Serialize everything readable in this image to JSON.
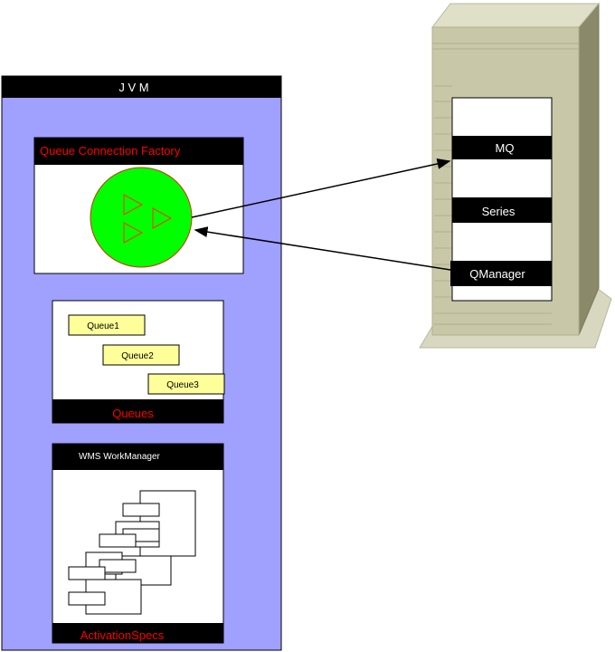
{
  "jvm": {
    "title": "J V M"
  },
  "connection_factory": {
    "title": "Queue Connection Factory"
  },
  "queues": {
    "items": [
      "Queue1",
      "Queue2",
      "Queue3"
    ],
    "title": "Queues"
  },
  "work_manager": {
    "title": "WMS WorkManager",
    "footer": "ActivationSpecs"
  },
  "server": {
    "labels": [
      "MQ",
      "Series",
      "QManager"
    ]
  },
  "colors": {
    "jvm_fill": "#a0a0ff",
    "factory_circle": "#00ff00",
    "triangle_stroke": "#ff3300",
    "queue_fill": "#ffff99",
    "server_light": "#d8d8b8",
    "server_mid": "#c8c8a8",
    "server_dark": "#8a8a6a",
    "title_red": "#ff0000"
  }
}
